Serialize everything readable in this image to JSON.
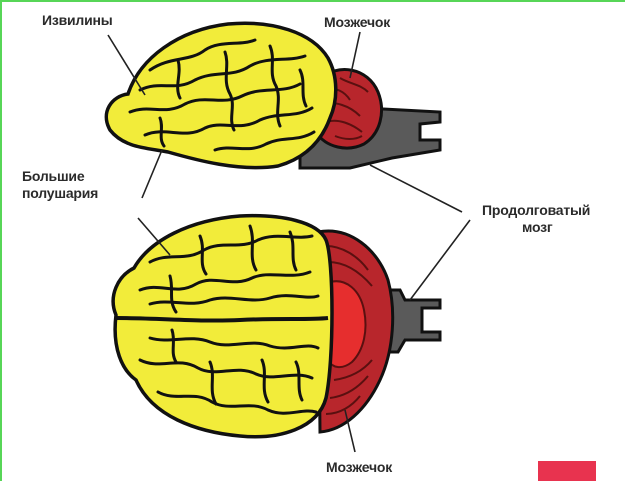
{
  "labels": {
    "convolutions": "Извилины",
    "cerebellum_top": "Мозжечок",
    "hemispheres_line1": "Большие",
    "hemispheres_line2": "полушария",
    "medulla_line1": "Продолговатый",
    "medulla_line2": "мозг",
    "cerebellum_bottom": "Мозжечок"
  },
  "colors": {
    "cerebrum": "#f2ec3a",
    "cerebellum": "#b8262c",
    "cerebellum_bright": "#e62e2e",
    "brainstem": "#5a5a5a",
    "outline": "#111111",
    "leader": "#222222",
    "frame": "#57d657",
    "marker": "#e8334f"
  }
}
